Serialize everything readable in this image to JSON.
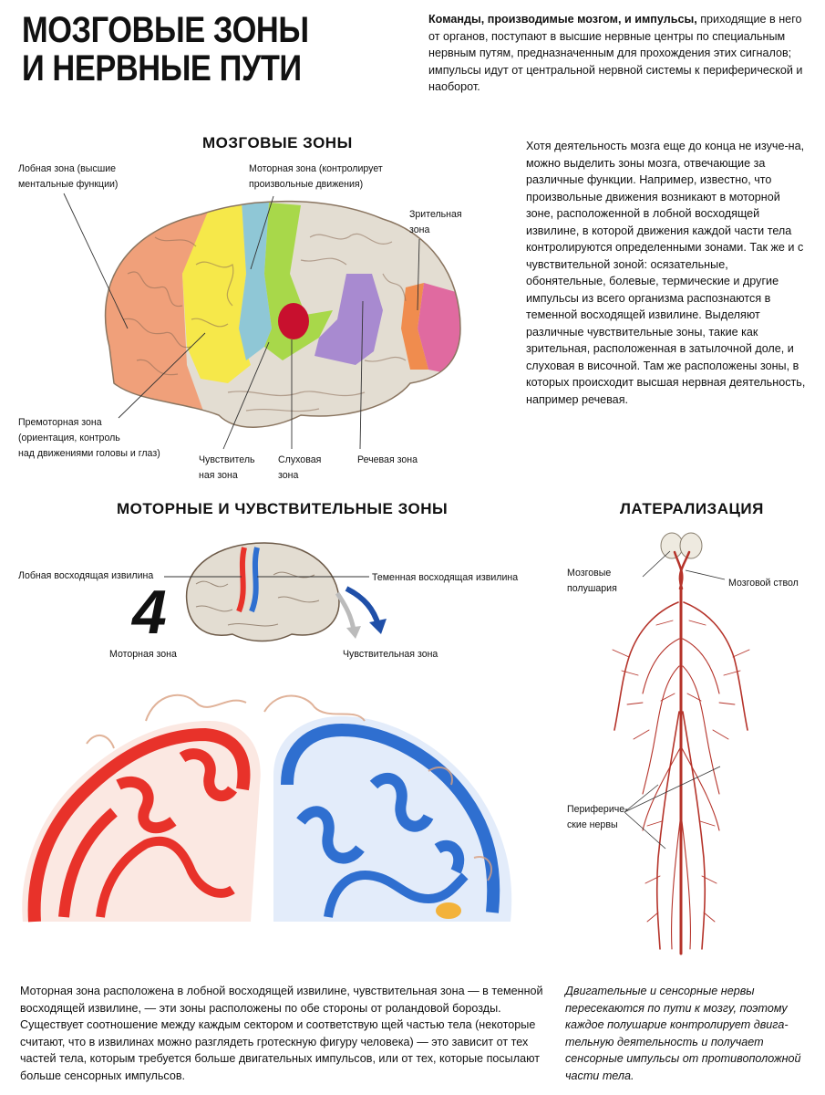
{
  "title": {
    "line1": "МОЗГОВЫЕ ЗОНЫ",
    "line2": "И НЕРВНЫЕ ПУТИ"
  },
  "intro": {
    "lead": "Команды, производимые мозгом, и импульсы,",
    "rest": " приходящие в него от органов, поступают в высшие нервные центры по специальным нервным путям, предназначенным для прохождения этих сигналов; импульсы идут от центральной нервной системы к периферической и наоборот."
  },
  "brain_zones": {
    "heading": "МОЗГОВЫЕ ЗОНЫ",
    "labels": {
      "frontal_1": "Лобная зона (высшие",
      "frontal_2": "ментальные функции)",
      "motor_1": "Моторная зона (контролирует",
      "motor_2": "произвольные движения)",
      "visual_1": "Зрительная",
      "visual_2": "зона",
      "premotor_1": "Премоторная зона",
      "premotor_2": "(ориентация, контроль",
      "premotor_3": "над движениями головы и глаз)",
      "sensory_1": "Чувствитель",
      "sensory_2": "ная зона",
      "auditory_1": "Слуховая",
      "auditory_2": "зона",
      "speech": "Речевая зона"
    },
    "colors": {
      "frontal": "#f0a07a",
      "premotor": "#f6e84a",
      "motor": "#8fc7d6",
      "sensory": "#a8d84a",
      "speech": "#a88ad0",
      "visual": "#e06aa0",
      "auditory": "#c8102e",
      "rest": "#e3ddd2"
    }
  },
  "zones_text": "Хотя деятельность мозга еще до конца не изуче-на, можно выделить зоны мозга, отвечающие за различные функции. Например, известно, что произвольные движения возникают в моторной зоне, расположенной в лобной восходящей извилине, в которой движения каждой части тела контролируются определенными зонами. Так же и с чувствительной зоной: осязательные, обонятельные, болевые, термические и другие импульсы из всего организма распознаются в теменной восходящей извилине. Выделяют различные чувствительные зоны, такие как зрительная, расположенная в затылочной доле, и слуховая в височной. Там же расположены зоны, в которых происходит высшая нервная деятельность, например речевая.",
  "motor_sensory": {
    "heading": "МОТОРНЫЕ И ЧУВСТВИТЕЛЬНЫЕ ЗОНЫ",
    "number": "4",
    "frontal_gyrus": "Лобная восходящая извилина",
    "parietal_gyrus": "Теменная восходящая извилина",
    "motor_zone": "Моторная зона",
    "sensory_zone": "Чувствительная зона",
    "motor_color": "#e8322a",
    "sensory_color": "#2f6fd0"
  },
  "lateralization": {
    "heading": "ЛАТЕРАЛИЗАЦИЯ",
    "hemispheres_1": "Мозговые",
    "hemispheres_2": "полушария",
    "brainstem": "Мозговой ствол",
    "peripheral_1": "Перифериче-",
    "peripheral_2": "ские нервы",
    "nerve_color": "#b5332a"
  },
  "bottom_text": "Моторная зона расположена в лобной восходящей извилине, чувствительная зона — в теменной восходящей извилине, — эти зоны расположены по обе стороны от роландовой борозды. Существует соотношение между каждым сектором и соответствую щей частью тела (некоторые считают, что в извилинах можно разглядеть гротескную фигуру человека) — это зависит от тех частей тела, которым требуется больше двигательных импульсов, или от тех, которые посылают больше сенсорных импульсов.",
  "lateral_caption": "Двигательные и сенсорные нервы пересекаются по пути к мозгу, поэтому каждое полушарие контролирует двига-тельную деятельность и получает сенсорные импульсы от противоположной части тела."
}
